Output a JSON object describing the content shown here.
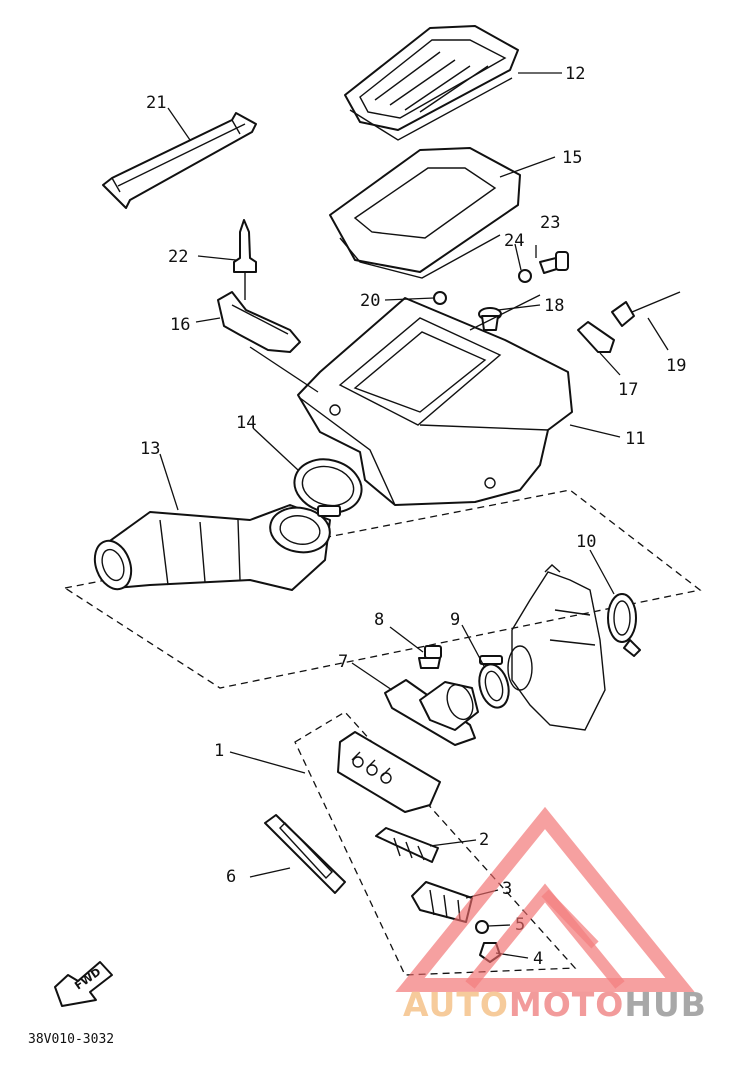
{
  "diagram": {
    "callouts": {
      "c1": "1",
      "c2": "2",
      "c3": "3",
      "c4": "4",
      "c5": "5",
      "c6": "6",
      "c7": "7",
      "c8": "8",
      "c9": "9",
      "c10": "10",
      "c11": "11",
      "c12": "12",
      "c13": "13",
      "c14": "14",
      "c15": "15",
      "c16": "16",
      "c17": "17",
      "c18": "18",
      "c19": "19",
      "c20": "20",
      "c21": "21",
      "c22": "22",
      "c23": "23",
      "c24": "24"
    },
    "fwd_label": "FWD",
    "figure_code": "38V010-3032"
  },
  "watermark": {
    "part1": "AUTO",
    "part2": "MOTO",
    "part3": "HUB",
    "colors": {
      "auto": "#f5c28a",
      "moto": "#f08a8a",
      "hub": "#9a9a9a",
      "logo": "#f26b6b"
    }
  }
}
